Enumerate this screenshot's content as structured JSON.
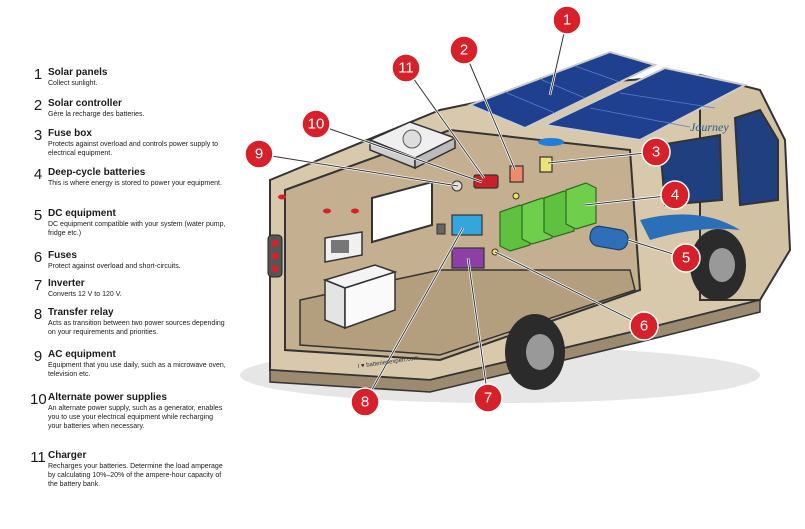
{
  "legend": [
    {
      "n": "1",
      "title": "Solar panels",
      "desc": "Collect sunlight."
    },
    {
      "n": "2",
      "title": "Solar controller",
      "desc": "Gère la recharge des batteries."
    },
    {
      "n": "3",
      "title": "Fuse box",
      "desc": "Protects against overload and controls power supply to electrical equipment."
    },
    {
      "n": "4",
      "title": "Deep-cycle batteries",
      "desc": "This is where energy is stored to power your equipment."
    },
    {
      "n": "5",
      "title": "DC equipment",
      "desc": "DC equipment compatible with your system (water pump, fridge etc.)"
    },
    {
      "n": "6",
      "title": "Fuses",
      "desc": "Protect against overload and short-circuits."
    },
    {
      "n": "7",
      "title": "Inverter",
      "desc": "Converts 12 V to 120 V."
    },
    {
      "n": "8",
      "title": "Transfer relay",
      "desc": "Acts as transition between two power sources depending on your requirements and priorities."
    },
    {
      "n": "9",
      "title": "AC equipment",
      "desc": "Equipment that you use daily, such as a microwave oven, television etc."
    },
    {
      "n": "10",
      "title": "Alternate power supplies",
      "desc": "An alternate power supply, such as a generator, enables you to use your electrical equipment while recharging your batteries when necessary."
    },
    {
      "n": "11",
      "title": "Charger",
      "desc": "Recharges your batteries. Determine the load amperage by calculating 10%–20% of the ampere-hour capacity of the battery bank."
    }
  ],
  "markers": [
    "1",
    "2",
    "3",
    "4",
    "5",
    "6",
    "7",
    "8",
    "9",
    "10",
    "11"
  ],
  "vehicle": {
    "brand": "Journey",
    "site": "I ♥ batteriesexpert.com"
  },
  "colors": {
    "marker": "#d7202a",
    "body": "#d8c9ad",
    "interior": "#c4b090",
    "solar": "#1f3f8f",
    "battery": "#5fc13f",
    "fusebox": "#e9e37a",
    "inverter": "#8e3fa6",
    "relay": "#35a6dd",
    "charger": "#c8212a"
  }
}
